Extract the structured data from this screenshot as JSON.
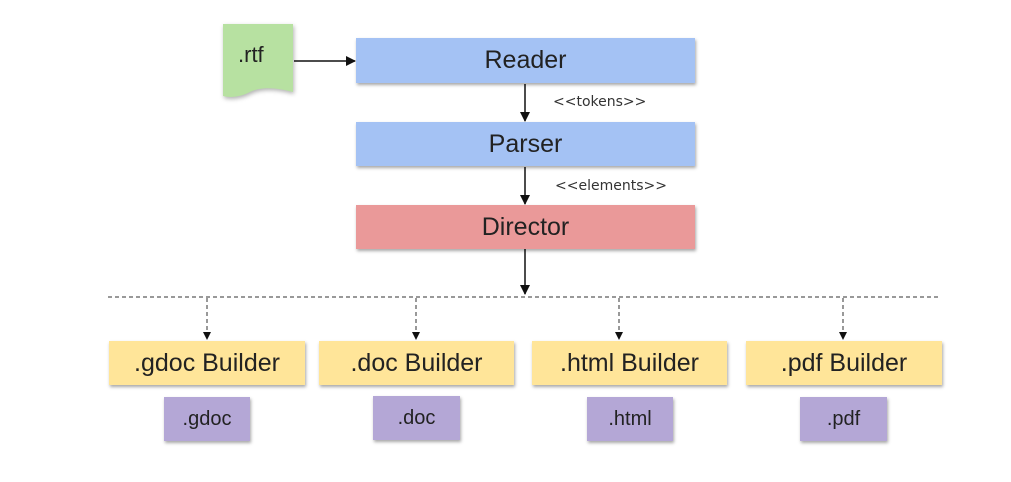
{
  "source_file": {
    "label": ".rtf",
    "color": "#b7e1a1"
  },
  "nodes": {
    "reader": {
      "label": "Reader",
      "color": "#a4c2f4"
    },
    "parser": {
      "label": "Parser",
      "color": "#a4c2f4"
    },
    "director": {
      "label": "Director",
      "color": "#ea9999"
    }
  },
  "edge_labels": {
    "tokens": "<<tokens>>",
    "elements": "<<elements>>"
  },
  "builder_color": "#ffe599",
  "output_color": "#b4a7d6",
  "builders": [
    {
      "label": ".gdoc Builder",
      "output": ".gdoc"
    },
    {
      "label": ".doc Builder",
      "output": ".doc"
    },
    {
      "label": ".html Builder",
      "output": ".html"
    },
    {
      "label": ".pdf Builder",
      "output": ".pdf"
    }
  ]
}
